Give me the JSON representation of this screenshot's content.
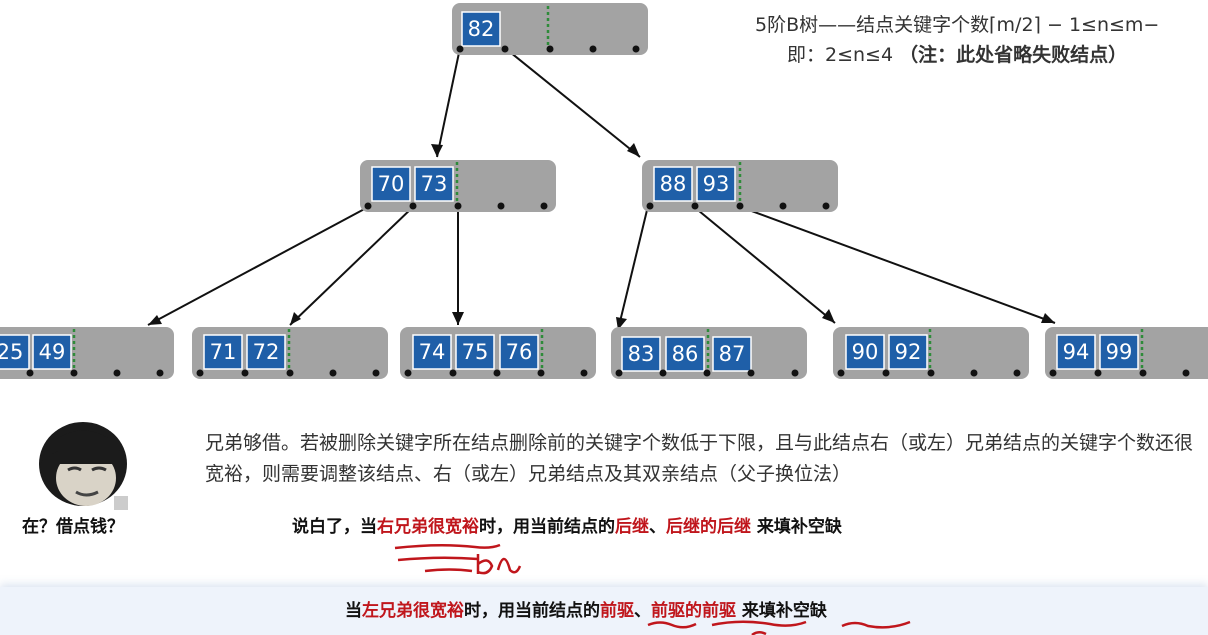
{
  "heading": {
    "line1": "5阶B树——结点关键字个数⌈m/2⌉ − 1≤n≤m−",
    "line2_prefix": "即：2≤n≤4",
    "line2_note": "（注：此处省略失败结点）"
  },
  "tree": {
    "nodes": [
      {
        "id": "root",
        "keys": [
          "82"
        ]
      },
      {
        "id": "mid-left",
        "keys": [
          "70",
          "73"
        ]
      },
      {
        "id": "mid-right",
        "keys": [
          "88",
          "93"
        ]
      },
      {
        "id": "leaf-1",
        "keys": [
          "25",
          "49"
        ]
      },
      {
        "id": "leaf-2",
        "keys": [
          "71",
          "72"
        ]
      },
      {
        "id": "leaf-3",
        "keys": [
          "74",
          "75",
          "76"
        ]
      },
      {
        "id": "leaf-4",
        "keys": [
          "83",
          "86",
          "87"
        ]
      },
      {
        "id": "leaf-5",
        "keys": [
          "90",
          "92"
        ]
      },
      {
        "id": "leaf-6",
        "keys": [
          "94",
          "99"
        ]
      }
    ]
  },
  "description": "兄弟够借。若被删除关键字所在结点删除前的关键字个数低于下限，且与此结点右（或左）兄弟结点的关键字个数还很宽裕，则需要调整该结点、右（或左）兄弟结点及其双亲结点（父子换位法）",
  "meme": {
    "caption": "在？借点钱？"
  },
  "line1": {
    "p1": "说白了，当",
    "r1": "右兄弟很宽裕",
    "p2": "时，用当前结点的",
    "r2": "后继",
    "p3": "、",
    "r3": "后继的后继",
    "p4": " 来填补空缺"
  },
  "line2": {
    "p1": "当",
    "r1": "左兄弟很宽裕",
    "p2": "时，用当前结点的",
    "r2": "前驱",
    "p3": "、",
    "r3": "前驱的前驱",
    "p4": " 来填补空缺"
  },
  "colors": {
    "node": "#a3a3a3",
    "key": "#1f5fa8",
    "separator": "#2e8b3a",
    "highlight": "#c0161c"
  }
}
